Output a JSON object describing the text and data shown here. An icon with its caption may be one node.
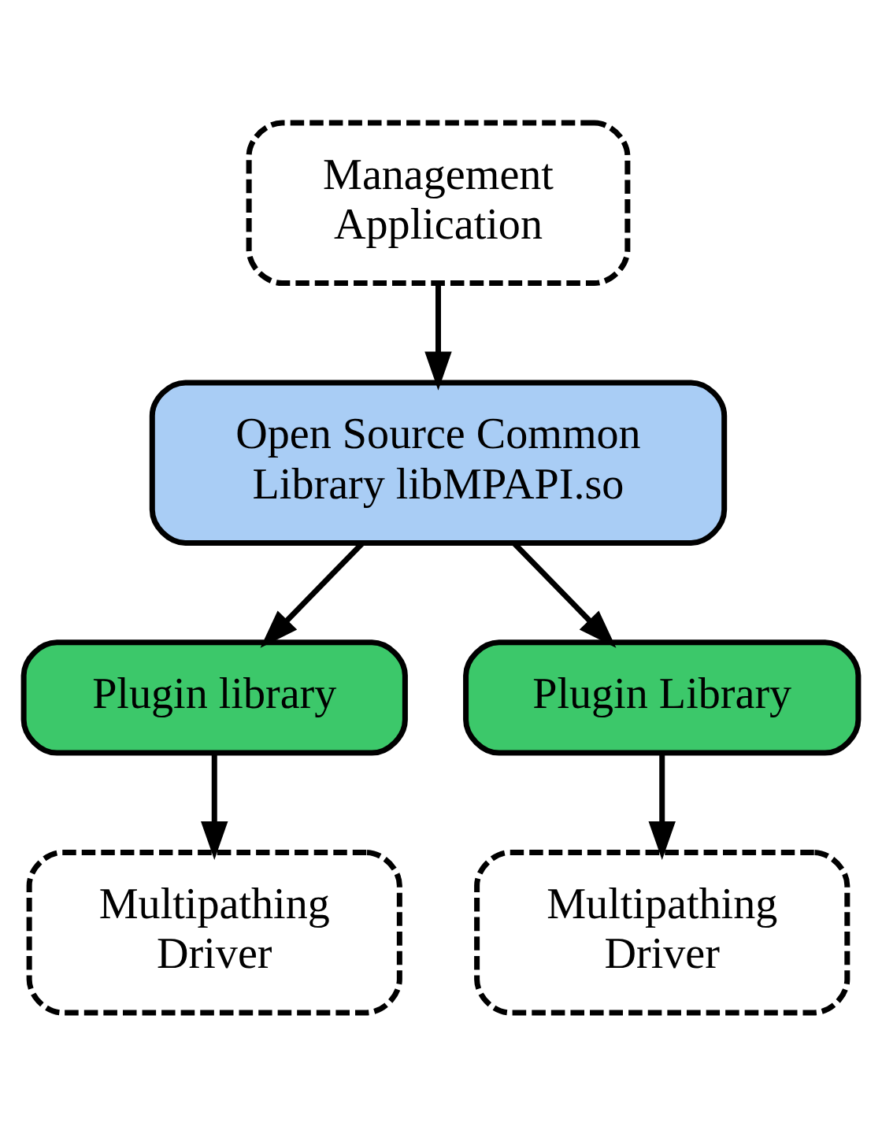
{
  "diagram": {
    "nodes": [
      {
        "text": [
          "Management Application"
        ]
      },
      {
        "text": [
          "Open Source Common Library libMPAPI.so"
        ]
      },
      {
        "text": [
          "Plugin library"
        ]
      },
      {
        "text": [
          "Plugin Library"
        ]
      },
      {
        "text": [
          "Multipathing Driver"
        ]
      },
      {
        "text": [
          "Multipathing Driver"
        ]
      }
    ],
    "edges": [
      {
        "from": 0,
        "to": 1,
        "arrow": "to"
      },
      {
        "from": 1,
        "to": 2,
        "arrow": "to"
      },
      {
        "from": 1,
        "to": 3,
        "arrow": "to"
      },
      {
        "from": 2,
        "to": 4,
        "arrow": "to"
      },
      {
        "from": 3,
        "to": 5,
        "arrow": "to"
      }
    ]
  }
}
